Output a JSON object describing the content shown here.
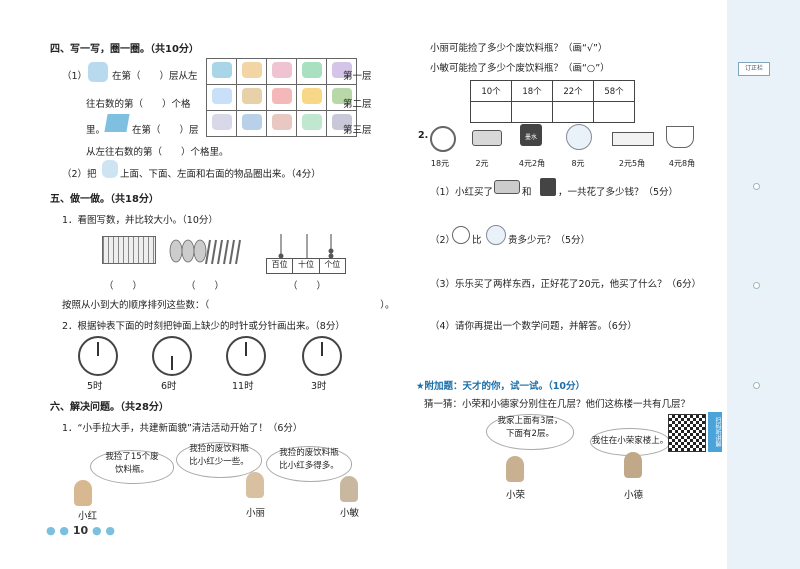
{
  "page_number": "10",
  "binding": "订正栏",
  "q4": {
    "title": "四、写一写，圈一圈。（共10分）",
    "p1_a": "（1）",
    "p1_b": "在第（　　）层从左",
    "p1_c": "往右数的第（　　）个格",
    "p1_d": "里。",
    "p1_e": "在第（　　）层",
    "p1_f": "从左往右数的第（　　）个格里。",
    "p2": "（2）把",
    "p2_b": "上面、下面、左面和右面的物品圈出来。（4分）",
    "layers": [
      "第一层",
      "第二层",
      "第三层"
    ],
    "shelf_colors": [
      [
        "#a8d5e8",
        "#f3d5a5",
        "#f0c3d3",
        "#a8e0c0",
        "#d4c4e8"
      ],
      [
        "#c8e0f8",
        "#e8d0a8",
        "#f5b8b8",
        "#f8d888",
        "#b8d8a8"
      ],
      [
        "#d8d8e8",
        "#b8d0e8",
        "#e8c8c0",
        "#c0e8d0",
        "#c8c8d8"
      ]
    ]
  },
  "q5": {
    "title": "五、做一做。（共18分）",
    "s1": "1．看图写数，并比较大小。（10分）",
    "abacus_labels": [
      "百位",
      "十位",
      "个位"
    ],
    "paren": "（　　）",
    "order": "按照从小到大的顺序排列这些数：（　　　　　　　　　　　　　　　　　　）。",
    "s2": "2．根据钟表下面的时刻把钟面上缺少的时针或分针画出来。（8分）",
    "clocks": [
      "5时",
      "6时",
      "11时",
      "3时"
    ]
  },
  "q6": {
    "title": "六、解决问题。（共28分）",
    "s1": "1．“小手拉大手，共建新面貌”清洁活动开始了！（6分）",
    "bubble1": [
      "我捡了15个废",
      "饮料瓶。"
    ],
    "bubble2": [
      "我捡的废饮料瓶",
      "比小红少一些。"
    ],
    "bubble3": [
      "我捡的废饮料瓶",
      "比小红多得多。"
    ],
    "kids": [
      "小红",
      "小丽",
      "小敏"
    ]
  },
  "right": {
    "line1": "小丽可能捡了多少个废饮料瓶？（画“√”）",
    "line2": "小敏可能捡了多少个废饮料瓶？（画“○”）",
    "options": [
      "10个",
      "18个",
      "22个",
      "58个"
    ],
    "q2_num": "2.",
    "products": [
      {
        "name": "alarm-clock",
        "price": "18元"
      },
      {
        "name": "eraser",
        "price": "2元"
      },
      {
        "name": "ink-bottle",
        "price": "4元2角"
      },
      {
        "name": "ball",
        "price": "8元"
      },
      {
        "name": "pencil-box",
        "price": "2元5角"
      },
      {
        "name": "cup",
        "price": "4元8角"
      }
    ],
    "ink_label": "墨水",
    "q1_a": "（1）小红买了",
    "q1_b": "和",
    "q1_c": "，一共花了多少钱？（5分）",
    "q2_a": "（2）",
    "q2_b": "比",
    "q2_c": "贵多少元？（5分）",
    "q3": "（3）乐乐买了两样东西，正好花了20元，他买了什么？（6分）",
    "q4": "（4）请你再提出一个数学问题，并解答。（6分）",
    "bonus_title": "★附加题：天才的你，试一试。（10分）",
    "bonus_text": "猜一猜：小荣和小德家分别住在几层？他们这栋楼一共有几层？",
    "bubble_a": [
      "我家上面有3层，",
      "下面有2层。"
    ],
    "bubble_b": [
      "我住在小荣家楼上。"
    ],
    "kids": [
      "小荣",
      "小德"
    ],
    "qr_label": "扫码听讲解"
  }
}
